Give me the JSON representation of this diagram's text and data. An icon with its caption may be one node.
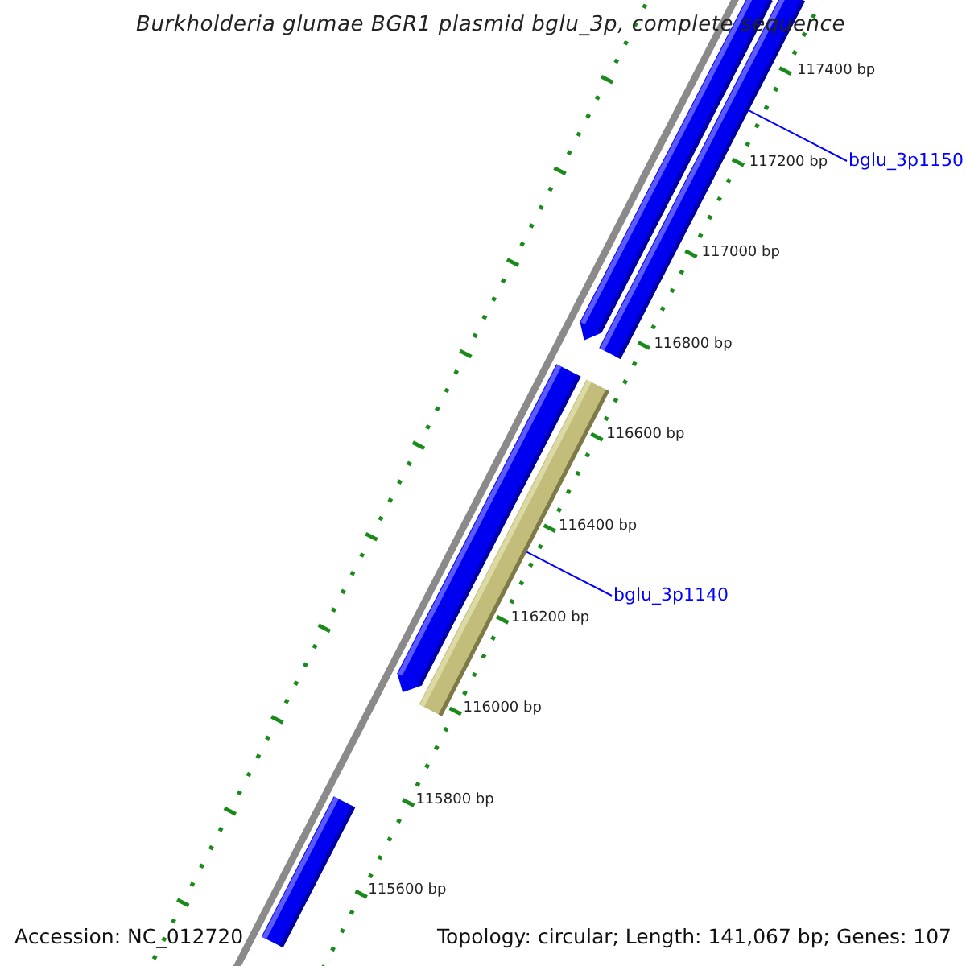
{
  "diagram": {
    "title": "Burkholderia glumae BGR1 plasmid bglu_3p, complete sequence",
    "nodes": [
      {
        "text": [],
        "shape": "arrow"
      },
      {
        "text": [],
        "shape": "bar"
      },
      {
        "text": [
          "bglu_3p1150"
        ]
      },
      {
        "text": [],
        "shape": "arrow"
      },
      {
        "text": [],
        "shape": "bar"
      },
      {
        "text": [
          "bglu_3p1140"
        ]
      },
      {
        "text": [],
        "shape": "bar"
      }
    ],
    "edges": [
      {
        "from": 2,
        "to": 1,
        "arrow": "none"
      },
      {
        "from": 5,
        "to": 4,
        "arrow": "none"
      }
    ],
    "labels": [
      "117400 bp",
      "117200 bp",
      "117000 bp",
      "116800 bp",
      "116600 bp",
      "116400 bp",
      "116200 bp",
      "116000 bp",
      "115800 bp",
      "115600 bp",
      "Accession: NC_012720",
      "Topology: circular; Length: 141,067 bp; Genes: 107"
    ]
  }
}
